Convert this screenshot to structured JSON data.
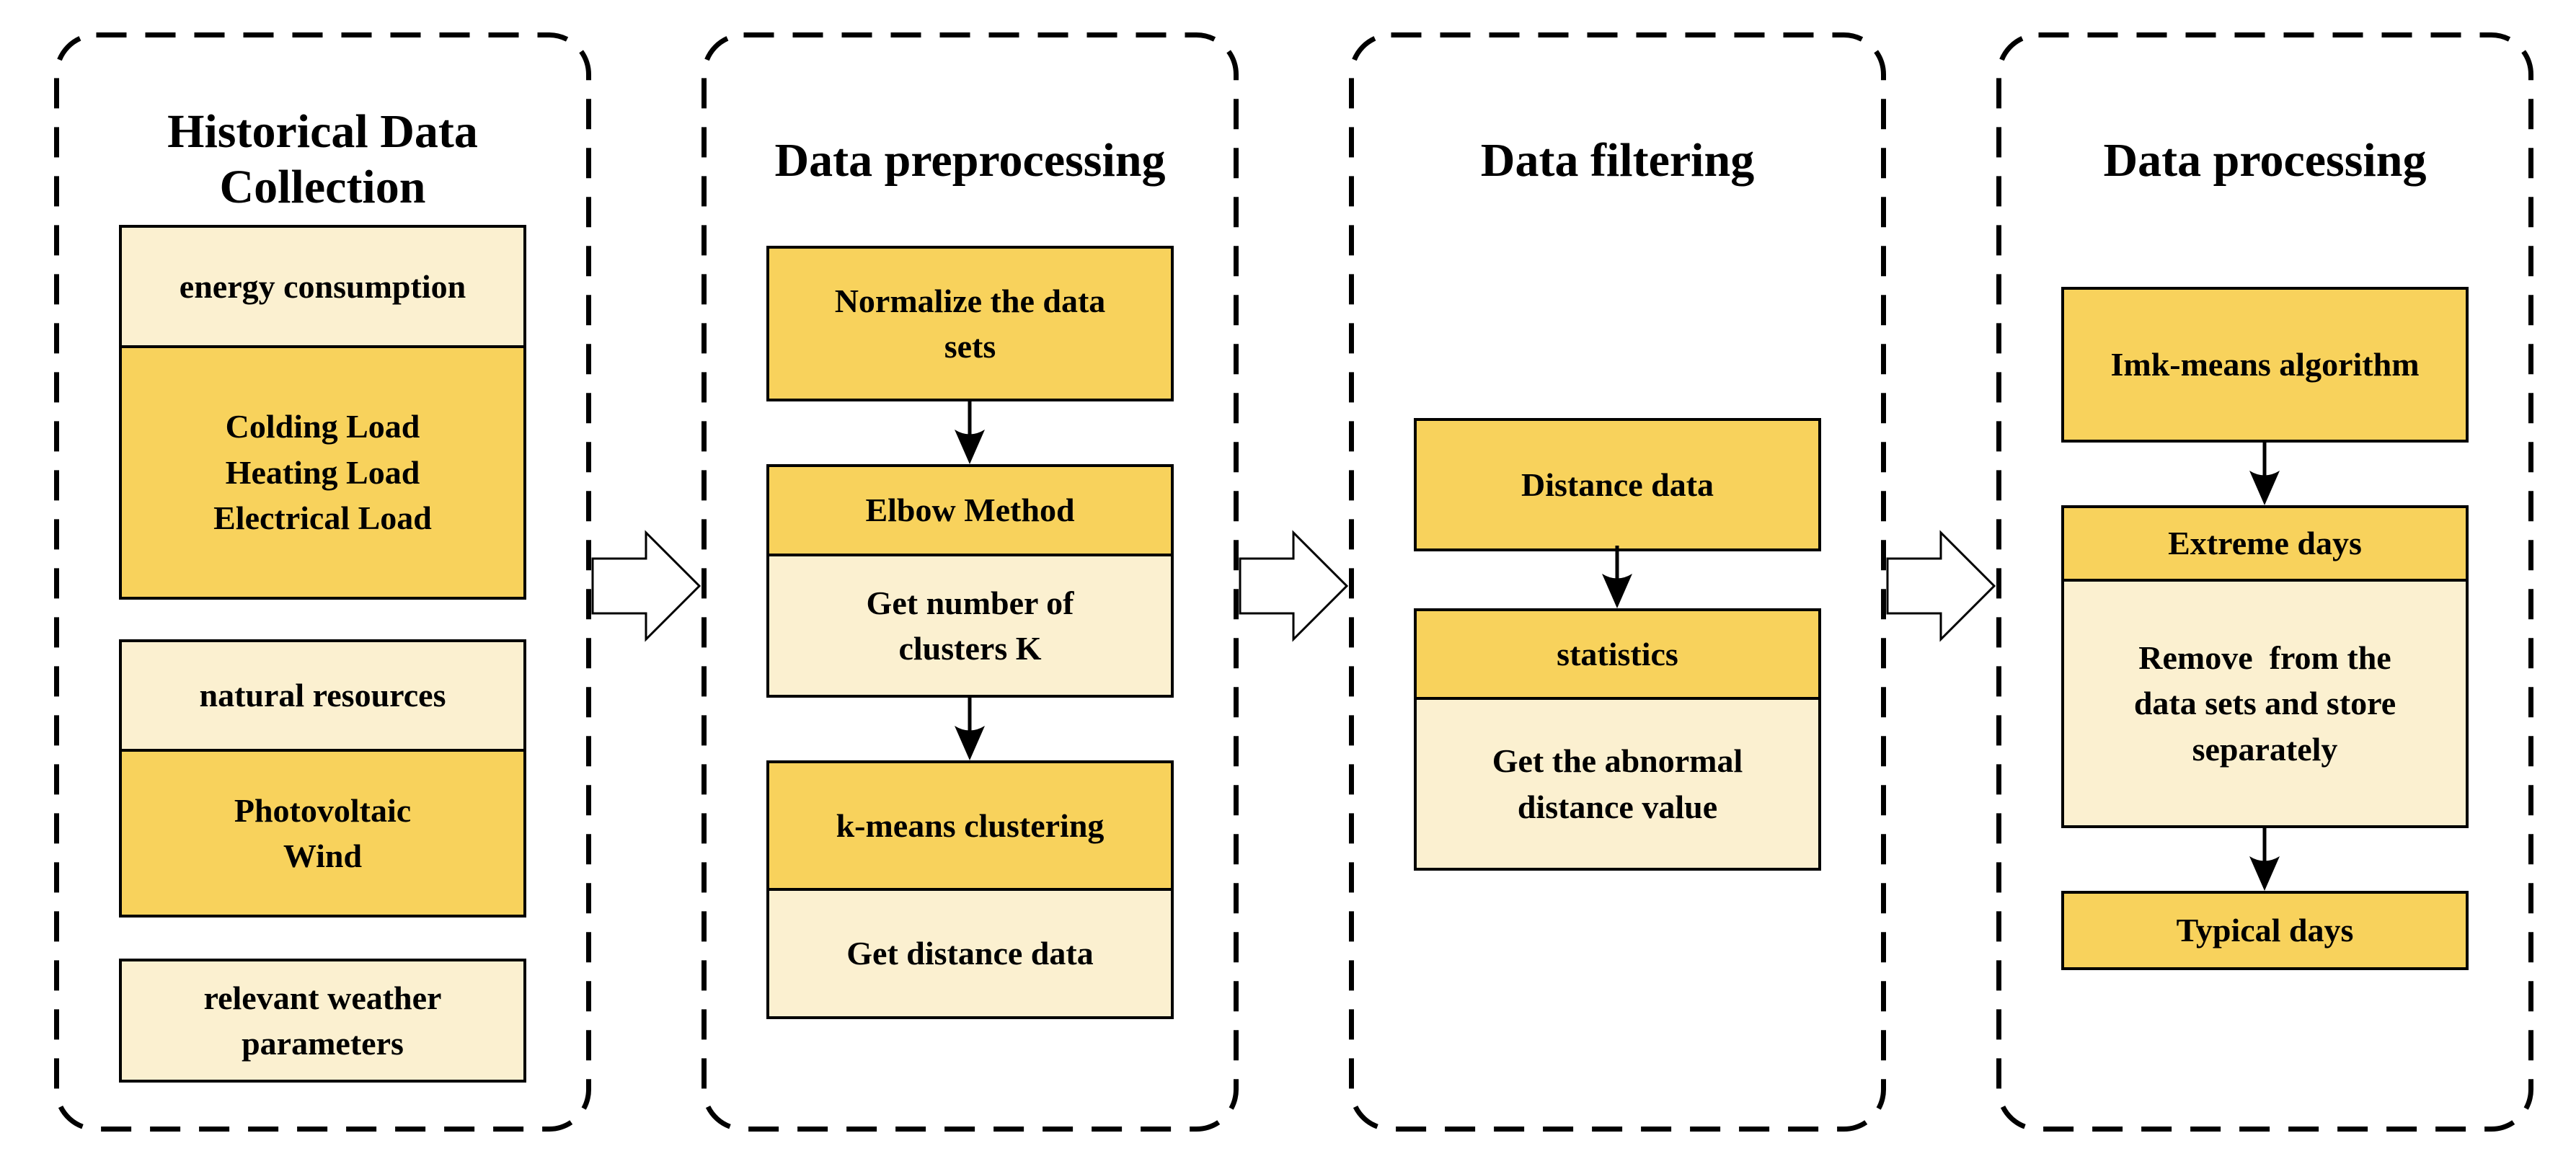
{
  "colors": {
    "gold": "#F8D25C",
    "cream": "#FBF0D0",
    "outline": "#000000",
    "background": "#FFFFFF"
  },
  "icons": {
    "flow_arrow": "hollow-right-block-arrow",
    "down_arrow": "filled-down-arrow"
  },
  "panels": [
    {
      "title": "Historical Data\nCollection",
      "boxes": [
        {
          "segments": [
            {
              "text": "energy consumption",
              "tone": "cream"
            },
            {
              "text": "Colding Load\nHeating Load\nElectrical Load",
              "tone": "gold"
            }
          ]
        },
        {
          "segments": [
            {
              "text": "natural resources",
              "tone": "cream"
            },
            {
              "text": "Photovoltaic\nWind",
              "tone": "gold"
            }
          ]
        },
        {
          "segments": [
            {
              "text": "relevant weather\nparameters",
              "tone": "cream"
            }
          ]
        }
      ]
    },
    {
      "title": "Data preprocessing",
      "boxes": [
        {
          "segments": [
            {
              "text": "Normalize the data\nsets",
              "tone": "gold"
            }
          ]
        },
        {
          "segments": [
            {
              "text": "Elbow Method",
              "tone": "gold"
            },
            {
              "text": "Get number of\nclusters K",
              "tone": "cream"
            }
          ]
        },
        {
          "segments": [
            {
              "text": "k-means clustering",
              "tone": "gold"
            },
            {
              "text": "Get distance data",
              "tone": "cream"
            }
          ]
        }
      ]
    },
    {
      "title": "Data filtering",
      "boxes": [
        {
          "segments": [
            {
              "text": "Distance data",
              "tone": "gold"
            }
          ]
        },
        {
          "segments": [
            {
              "text": "statistics",
              "tone": "gold"
            },
            {
              "text": "Get the abnormal\ndistance value",
              "tone": "cream"
            }
          ]
        }
      ]
    },
    {
      "title": "Data processing",
      "boxes": [
        {
          "segments": [
            {
              "text": "Imk-means algorithm",
              "tone": "gold"
            }
          ]
        },
        {
          "segments": [
            {
              "text": "Extreme days",
              "tone": "gold"
            },
            {
              "text": "Remove  from the\ndata sets and store\nseparately",
              "tone": "cream"
            }
          ]
        },
        {
          "segments": [
            {
              "text": "Typical days",
              "tone": "gold"
            }
          ]
        }
      ]
    }
  ]
}
